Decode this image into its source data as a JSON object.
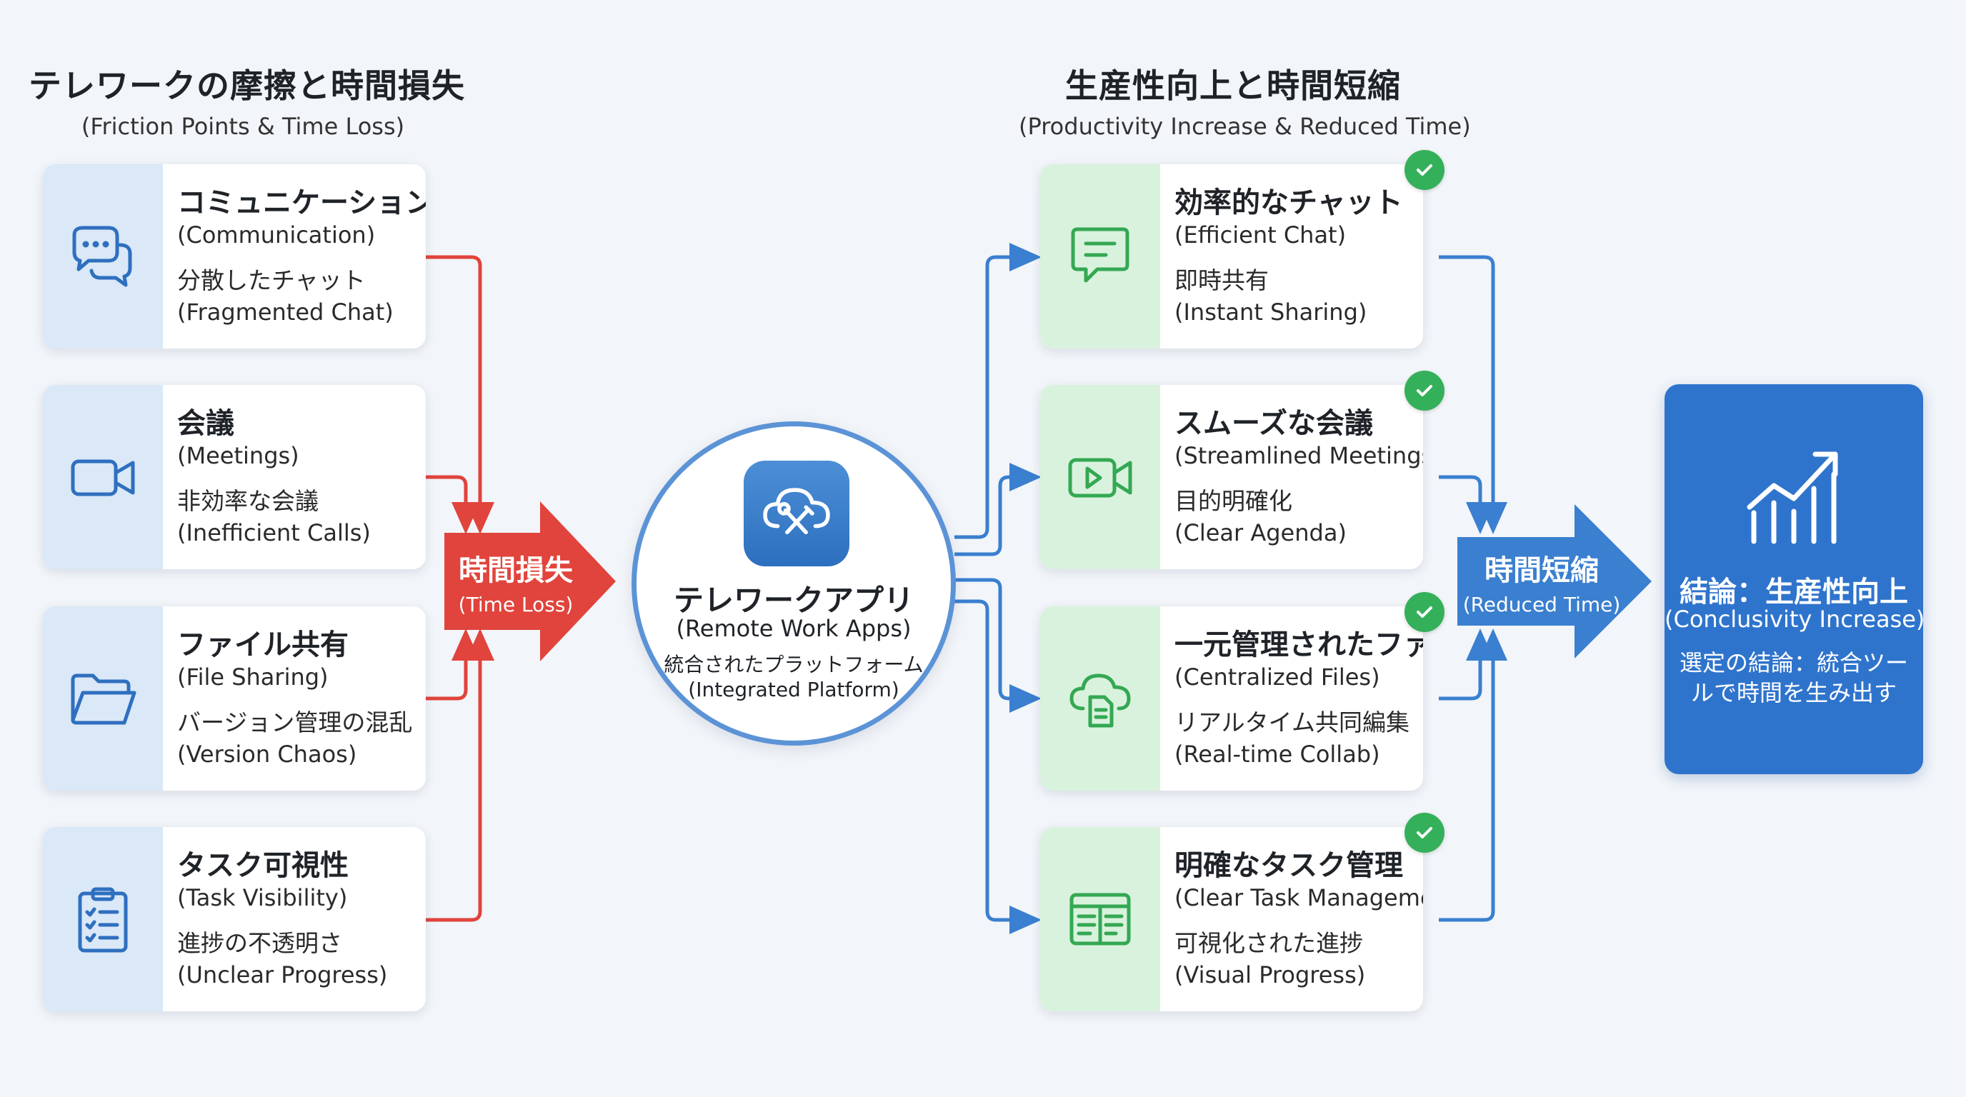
{
  "left_section": {
    "title": "テレワークの摩擦と時間損失",
    "subtitle": "(Friction Points & Time Loss)"
  },
  "right_section": {
    "title": "生産性向上と時間短縮",
    "subtitle": "(Productivity Increase & Reduced Time)"
  },
  "friction_cards": [
    {
      "icon": "chat-bubbles-icon",
      "title": "コミュニケーション",
      "title_en": "(Communication)",
      "desc": "分散したチャット",
      "desc_en": "(Fragmented Chat)"
    },
    {
      "icon": "video-camera-icon",
      "title": "会議",
      "title_en": "(Meetings)",
      "desc": "非効率な会議",
      "desc_en": "(Inefficient Calls)"
    },
    {
      "icon": "folder-icon",
      "title": "ファイル共有",
      "title_en": "(File Sharing)",
      "desc": "バージョン管理の混乱",
      "desc_en": "(Version Chaos)"
    },
    {
      "icon": "clipboard-checklist-icon",
      "title": "タスク可視性",
      "title_en": "(Task Visibility)",
      "desc": "進捗の不透明さ",
      "desc_en": "(Unclear Progress)"
    }
  ],
  "time_loss_arrow": {
    "label": "時間損失",
    "label_en": "(Time Loss)",
    "color": "#e0443c"
  },
  "hub": {
    "icon": "cloud-tools-icon",
    "title": "テレワークアプリ",
    "subtitle": "(Remote Work Apps)",
    "desc": "統合されたプラットフォーム",
    "desc_en": "(Integrated Platform)"
  },
  "improvement_cards": [
    {
      "icon": "chat-message-icon",
      "title": "効率的なチャット",
      "title_en": "(Efficient Chat)",
      "desc": "即時共有",
      "desc_en": "(Instant Sharing)"
    },
    {
      "icon": "video-play-icon",
      "title": "スムーズな会議",
      "title_en": "(Streamlined Meetings)",
      "desc": "目的明確化",
      "desc_en": "(Clear Agenda)"
    },
    {
      "icon": "cloud-document-icon",
      "title": "一元管理されたファイル",
      "title_en": "(Centralized Files)",
      "desc": "リアルタイム共同編集",
      "desc_en": "(Real-time Collab)"
    },
    {
      "icon": "task-board-icon",
      "title": "明確なタスク管理",
      "title_en": "(Clear Task Management)",
      "desc": "可視化された進捗",
      "desc_en": "(Visual Progress)"
    }
  ],
  "reduced_time_arrow": {
    "label": "時間短縮",
    "label_en": "(Reduced Time)",
    "color": "#3a7fd0"
  },
  "conclusion": {
    "icon": "growth-chart-icon",
    "title": "結論：生産性向上",
    "subtitle": "(Conclusivity Increase)",
    "desc": "選定の結論：統合ツールで時間を生み出す"
  },
  "colors": {
    "background": "#f2f5f9",
    "friction_accent": "#e0443c",
    "improve_accent": "#3a7fd0",
    "check_green": "#34b05a",
    "friction_strip": "#dae8f7",
    "improve_strip": "#d9f2dd"
  }
}
